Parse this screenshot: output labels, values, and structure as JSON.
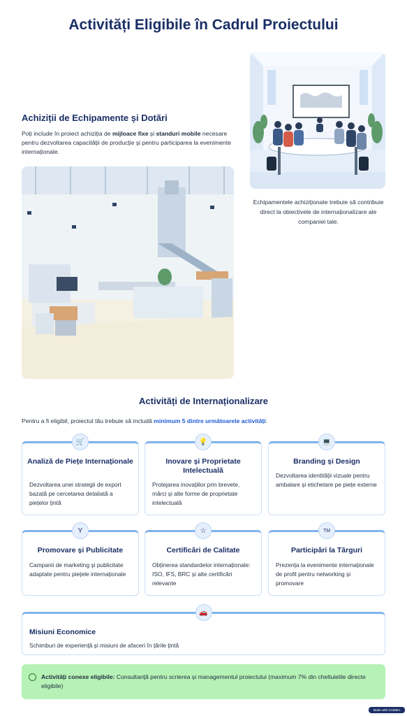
{
  "title": "Activități Eligibile în Cadrul Proiectului",
  "equipment": {
    "heading": "Achiziții de Echipamente și Dotări",
    "text_before": "Poți include în proiect achiziția de ",
    "bold1": "mijloace fixe",
    "text_mid": " și ",
    "bold2": "standuri mobile",
    "text_after": " necesare pentru dezvoltarea capacității de producție și pentru participarea la evenimente internaționale.",
    "caption": "Echipamentele achiziționate trebuie să contribuie direct la obiectivele de internaționalizare ale companiei tale.",
    "office_illustration": "conference-room-meeting",
    "factory_illustration": "industrial-production-hall"
  },
  "internationalization": {
    "heading": "Activități de Internaționalizare",
    "intro_before": "Pentru a fi eligibil, proiectul tău trebuie să includă ",
    "intro_highlight": "minimum 5 dintre următoarele activități",
    "intro_after": ":",
    "cards": [
      {
        "icon": "cart-icon",
        "glyph": "🛒",
        "title": "Analiză de Piețe Internaționale",
        "desc": "Dezvoltarea unei strategii de export bazată pe cercetarea detaliată a piețelor țintă"
      },
      {
        "icon": "bulb-icon",
        "glyph": "💡",
        "title": "Inovare și Proprietate Intelectuală",
        "desc": "Protejarea inovațiilor prin brevete, mărci și alte forme de proprietate intelectuală"
      },
      {
        "icon": "laptop-icon",
        "glyph": "💻",
        "title": "Branding și Design",
        "desc": "Dezvoltarea identității vizuale pentru ambalare și etichetare pe piețe externe"
      },
      {
        "icon": "y-icon",
        "glyph": "Y",
        "title": "Promovare și Publicitate",
        "desc": "Campanii de marketing și publicitate adaptate pentru piețele internaționale"
      },
      {
        "icon": "star-icon",
        "glyph": "☆",
        "title": "Certificări de Calitate",
        "desc": "Obținerea standardelor internaționale: ISO, IFS, BRC și alte certificări relevante"
      },
      {
        "icon": "trademark-icon",
        "glyph": "TM",
        "title": "Participări la Târguri",
        "desc": "Prezența la evenimente internaționale de profil pentru networking și promovare"
      },
      {
        "icon": "car-icon",
        "glyph": "🚗",
        "title": "Misiuni Economice",
        "desc": "Schimburi de experiență și misiuni de afaceri în țările țintă"
      }
    ]
  },
  "note": {
    "bold": "Activități conexe eligibile:",
    "text": " Consultanță pentru scrierea și managementul proiectului (maximum 7% din cheltuielile directe eligibile)"
  },
  "badge": "Made with GAMMA"
}
